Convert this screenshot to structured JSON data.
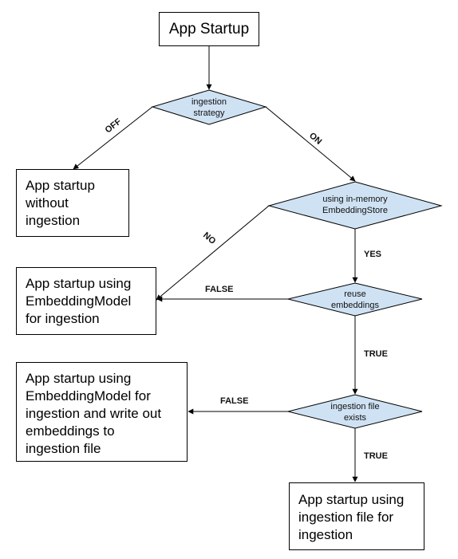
{
  "nodes": {
    "app_startup": "App Startup",
    "ingestion_strategy": [
      "ingestion",
      "strategy"
    ],
    "no_ingestion": [
      "App startup",
      "without",
      "ingestion"
    ],
    "in_memory": [
      "using in-memory",
      "EmbeddingStore"
    ],
    "embedding_model": [
      "App startup using",
      "EmbeddingModel",
      "for ingestion"
    ],
    "reuse": [
      "reuse",
      "embeddings"
    ],
    "write_file": [
      "App startup using",
      "EmbeddingModel for",
      "ingestion and write out",
      "embeddings to",
      "ingestion file"
    ],
    "file_exists": [
      "ingestion file",
      "exists"
    ],
    "use_file": [
      "App startup using",
      "ingestion file for",
      "ingestion"
    ]
  },
  "edges": {
    "off": "OFF",
    "on": "ON",
    "no": "NO",
    "yes": "YES",
    "false1": "FALSE",
    "true1": "TRUE",
    "false2": "FALSE",
    "true2": "TRUE"
  },
  "colors": {
    "diamond_fill": "#cfe2f3",
    "stroke": "#000000"
  }
}
